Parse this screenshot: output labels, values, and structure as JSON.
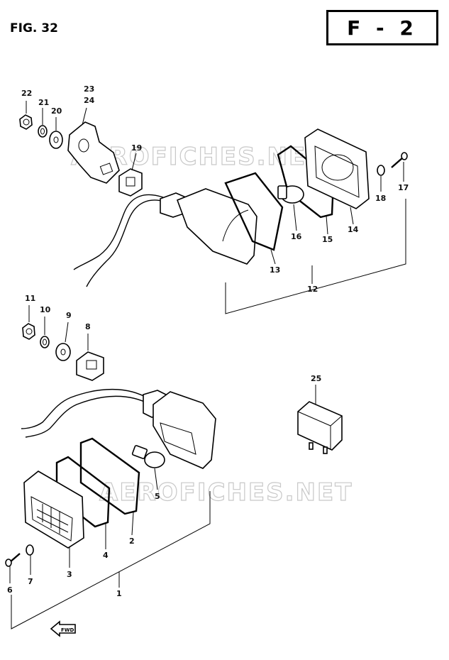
{
  "figure": {
    "label": "FIG. 32",
    "section": "F - 2"
  },
  "watermark": "AEROFICHES.NET",
  "direction_arrow": "FWD",
  "callouts": [
    {
      "id": "c1",
      "text": "1"
    },
    {
      "id": "c2",
      "text": "2"
    },
    {
      "id": "c3",
      "text": "3"
    },
    {
      "id": "c4",
      "text": "4"
    },
    {
      "id": "c5",
      "text": "5"
    },
    {
      "id": "c6",
      "text": "6"
    },
    {
      "id": "c7",
      "text": "7"
    },
    {
      "id": "c8",
      "text": "8"
    },
    {
      "id": "c9",
      "text": "9"
    },
    {
      "id": "c10",
      "text": "10"
    },
    {
      "id": "c11",
      "text": "11"
    },
    {
      "id": "c12",
      "text": "12"
    },
    {
      "id": "c13",
      "text": "13"
    },
    {
      "id": "c14",
      "text": "14"
    },
    {
      "id": "c15",
      "text": "15"
    },
    {
      "id": "c16",
      "text": "16"
    },
    {
      "id": "c17",
      "text": "17"
    },
    {
      "id": "c18",
      "text": "18"
    },
    {
      "id": "c19",
      "text": "19"
    },
    {
      "id": "c20",
      "text": "20"
    },
    {
      "id": "c21",
      "text": "21"
    },
    {
      "id": "c22",
      "text": "22"
    },
    {
      "id": "c23",
      "text": "23"
    },
    {
      "id": "c24",
      "text": "24"
    },
    {
      "id": "c25",
      "text": "25"
    }
  ]
}
